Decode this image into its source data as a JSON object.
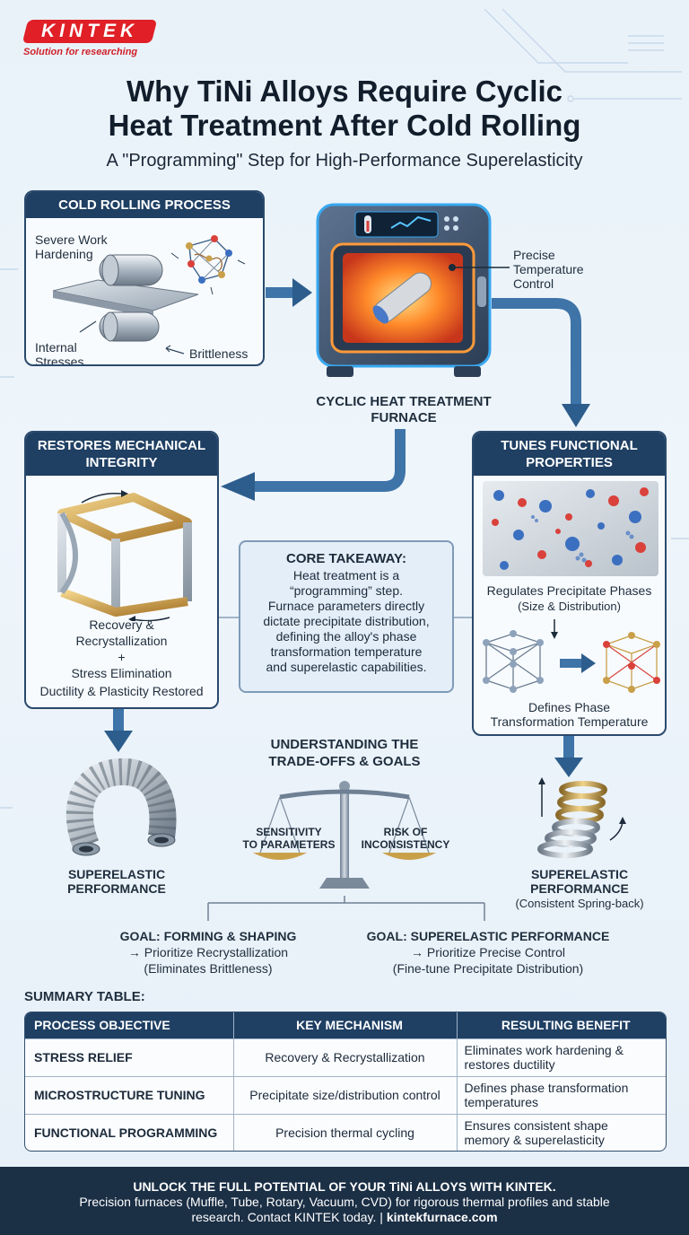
{
  "brand": {
    "name": "KINTEK",
    "tagline": "Solution for researching"
  },
  "title": {
    "line1": "Why TiNi Alloys Require Cyclic",
    "line2": "Heat Treatment After Cold Rolling"
  },
  "subtitle": "A \"Programming\" Step for High-Performance Superelasticity",
  "cold_rolling": {
    "heading": "COLD ROLLING PROCESS",
    "label1a": "Severe Work",
    "label1b": "Hardening",
    "label2a": "Internal",
    "label2b": "Stresses",
    "label3": "Brittleness"
  },
  "furnace": {
    "label_a": "Precise",
    "label_b": "Temperature",
    "label_c": "Control",
    "caption_a": "CYCLIC HEAT TREATMENT",
    "caption_b": "FURNACE"
  },
  "restores": {
    "heading_a": "RESTORES MECHANICAL",
    "heading_b": "INTEGRITY",
    "line1": "Recovery &",
    "line2": "Recrystallization",
    "plus": "+",
    "line3": "Stress Elimination",
    "line4": "Ductility & Plasticity Restored"
  },
  "tunes": {
    "heading_a": "TUNES FUNCTIONAL",
    "heading_b": "PROPERTIES",
    "line1": "Regulates Precipitate Phases",
    "line2": "(Size & Distribution)",
    "line3": "Defines Phase",
    "line4": "Transformation Temperature"
  },
  "takeaway": {
    "heading": "CORE TAKEAWAY:",
    "l1": "Heat treatment is a",
    "l2": "“programming” step.",
    "l3": "Furnace parameters directly",
    "l4": "dictate precipitate distribution,",
    "l5": "defining the alloy's phase",
    "l6": "transformation temperature",
    "l7": "and superelastic capabilities."
  },
  "tradeoffs": {
    "heading_a": "UNDERSTANDING THE",
    "heading_b": "TRADE-OFFS & GOALS",
    "left_a": "SENSITIVITY",
    "left_b": "TO PARAMETERS",
    "right_a": "RISK OF",
    "right_b": "INCONSISTENCY"
  },
  "left_result": {
    "a": "SUPERELASTIC",
    "b": "PERFORMANCE"
  },
  "right_result": {
    "a": "SUPERELASTIC",
    "b": "PERFORMANCE",
    "c": "(Consistent Spring-back)"
  },
  "goals": {
    "left_title": "GOAL: FORMING & SHAPING",
    "left_l1": "→ Prioritize Recrystallization",
    "left_l2": "(Eliminates Brittleness)",
    "right_title": "GOAL: SUPERELASTIC PERFORMANCE",
    "right_l1": "→ Prioritize Precise Control",
    "right_l2": "(Fine-tune Precipitate Distribution)"
  },
  "summary": {
    "label": "SUMMARY TABLE:",
    "headers": [
      "PROCESS OBJECTIVE",
      "KEY MECHANISM",
      "RESULTING BENEFIT"
    ],
    "rows": [
      [
        "STRESS RELIEF",
        "Recovery & Recrystallization",
        "Eliminates work hardening &",
        "restores ductility"
      ],
      [
        "MICROSTRUCTURE TUNING",
        "Precipitate size/distribution control",
        "Defines phase transformation",
        "temperatures"
      ],
      [
        "FUNCTIONAL PROGRAMMING",
        "Precision thermal cycling",
        "Ensures consistent shape",
        "memory & superelasticity"
      ]
    ]
  },
  "footer": {
    "line1": "UNLOCK THE FULL POTENTIAL OF YOUR TiNi ALLOYS WITH KINTEK.",
    "line2": "Precision furnaces (Muffle, Tube, Rotary, Vacuum, CVD) for rigorous thermal profiles and stable",
    "line3a": "research. Contact KINTEK today. | ",
    "line3b": "kintekfurnace.com"
  },
  "colors": {
    "navy": "#1f3f63",
    "arrow": "#2d5d8c",
    "accent_red": "#e01f26",
    "gold": "#c9a04a"
  }
}
